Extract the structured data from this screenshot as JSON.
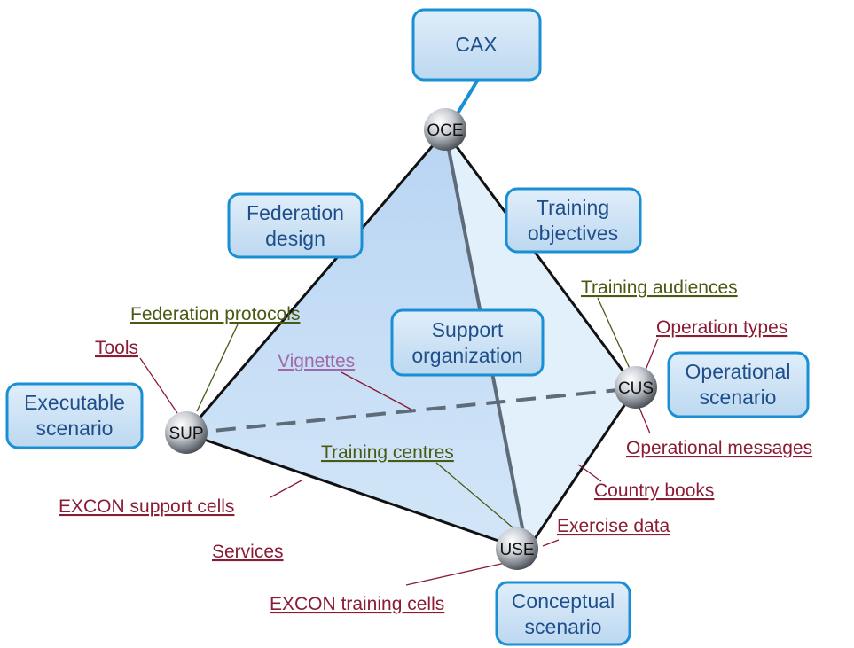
{
  "colors": {
    "box_fill": "#cfe5f7",
    "box_border": "#1a8fd4",
    "box_text": "#1f4f8a",
    "label_green": "#4a5a13",
    "label_red": "#8a1c34",
    "label_purple": "#a06aa8",
    "face_front": "#c3dcf6",
    "face_side": "#e2f0fb"
  },
  "boxes": {
    "cax": "CAX",
    "federation_design": [
      "Federation",
      "design"
    ],
    "training_objectives": [
      "Training",
      "objectives"
    ],
    "support_organization": [
      "Support",
      "organization"
    ],
    "operational_scenario": [
      "Operational",
      "scenario"
    ],
    "executable_scenario": [
      "Executable",
      "scenario"
    ],
    "conceptual_scenario": [
      "Conceptual",
      "scenario"
    ]
  },
  "nodes": {
    "oce": "OCE",
    "cus": "CUS",
    "sup": "SUP",
    "use": "USE"
  },
  "labels": {
    "federation_protocols": "Federation protocols",
    "tools": "Tools",
    "vignettes": "Vignettes",
    "training_audiences": "Training audiences",
    "operation_types": "Operation types",
    "operational_messages": "Operational messages",
    "country_books": "Country books",
    "training_centres": "Training centres",
    "exercise_data": "Exercise data",
    "excon_support_cells": "EXCON support cells",
    "services": "Services",
    "excon_training_cells": "EXCON training cells"
  }
}
